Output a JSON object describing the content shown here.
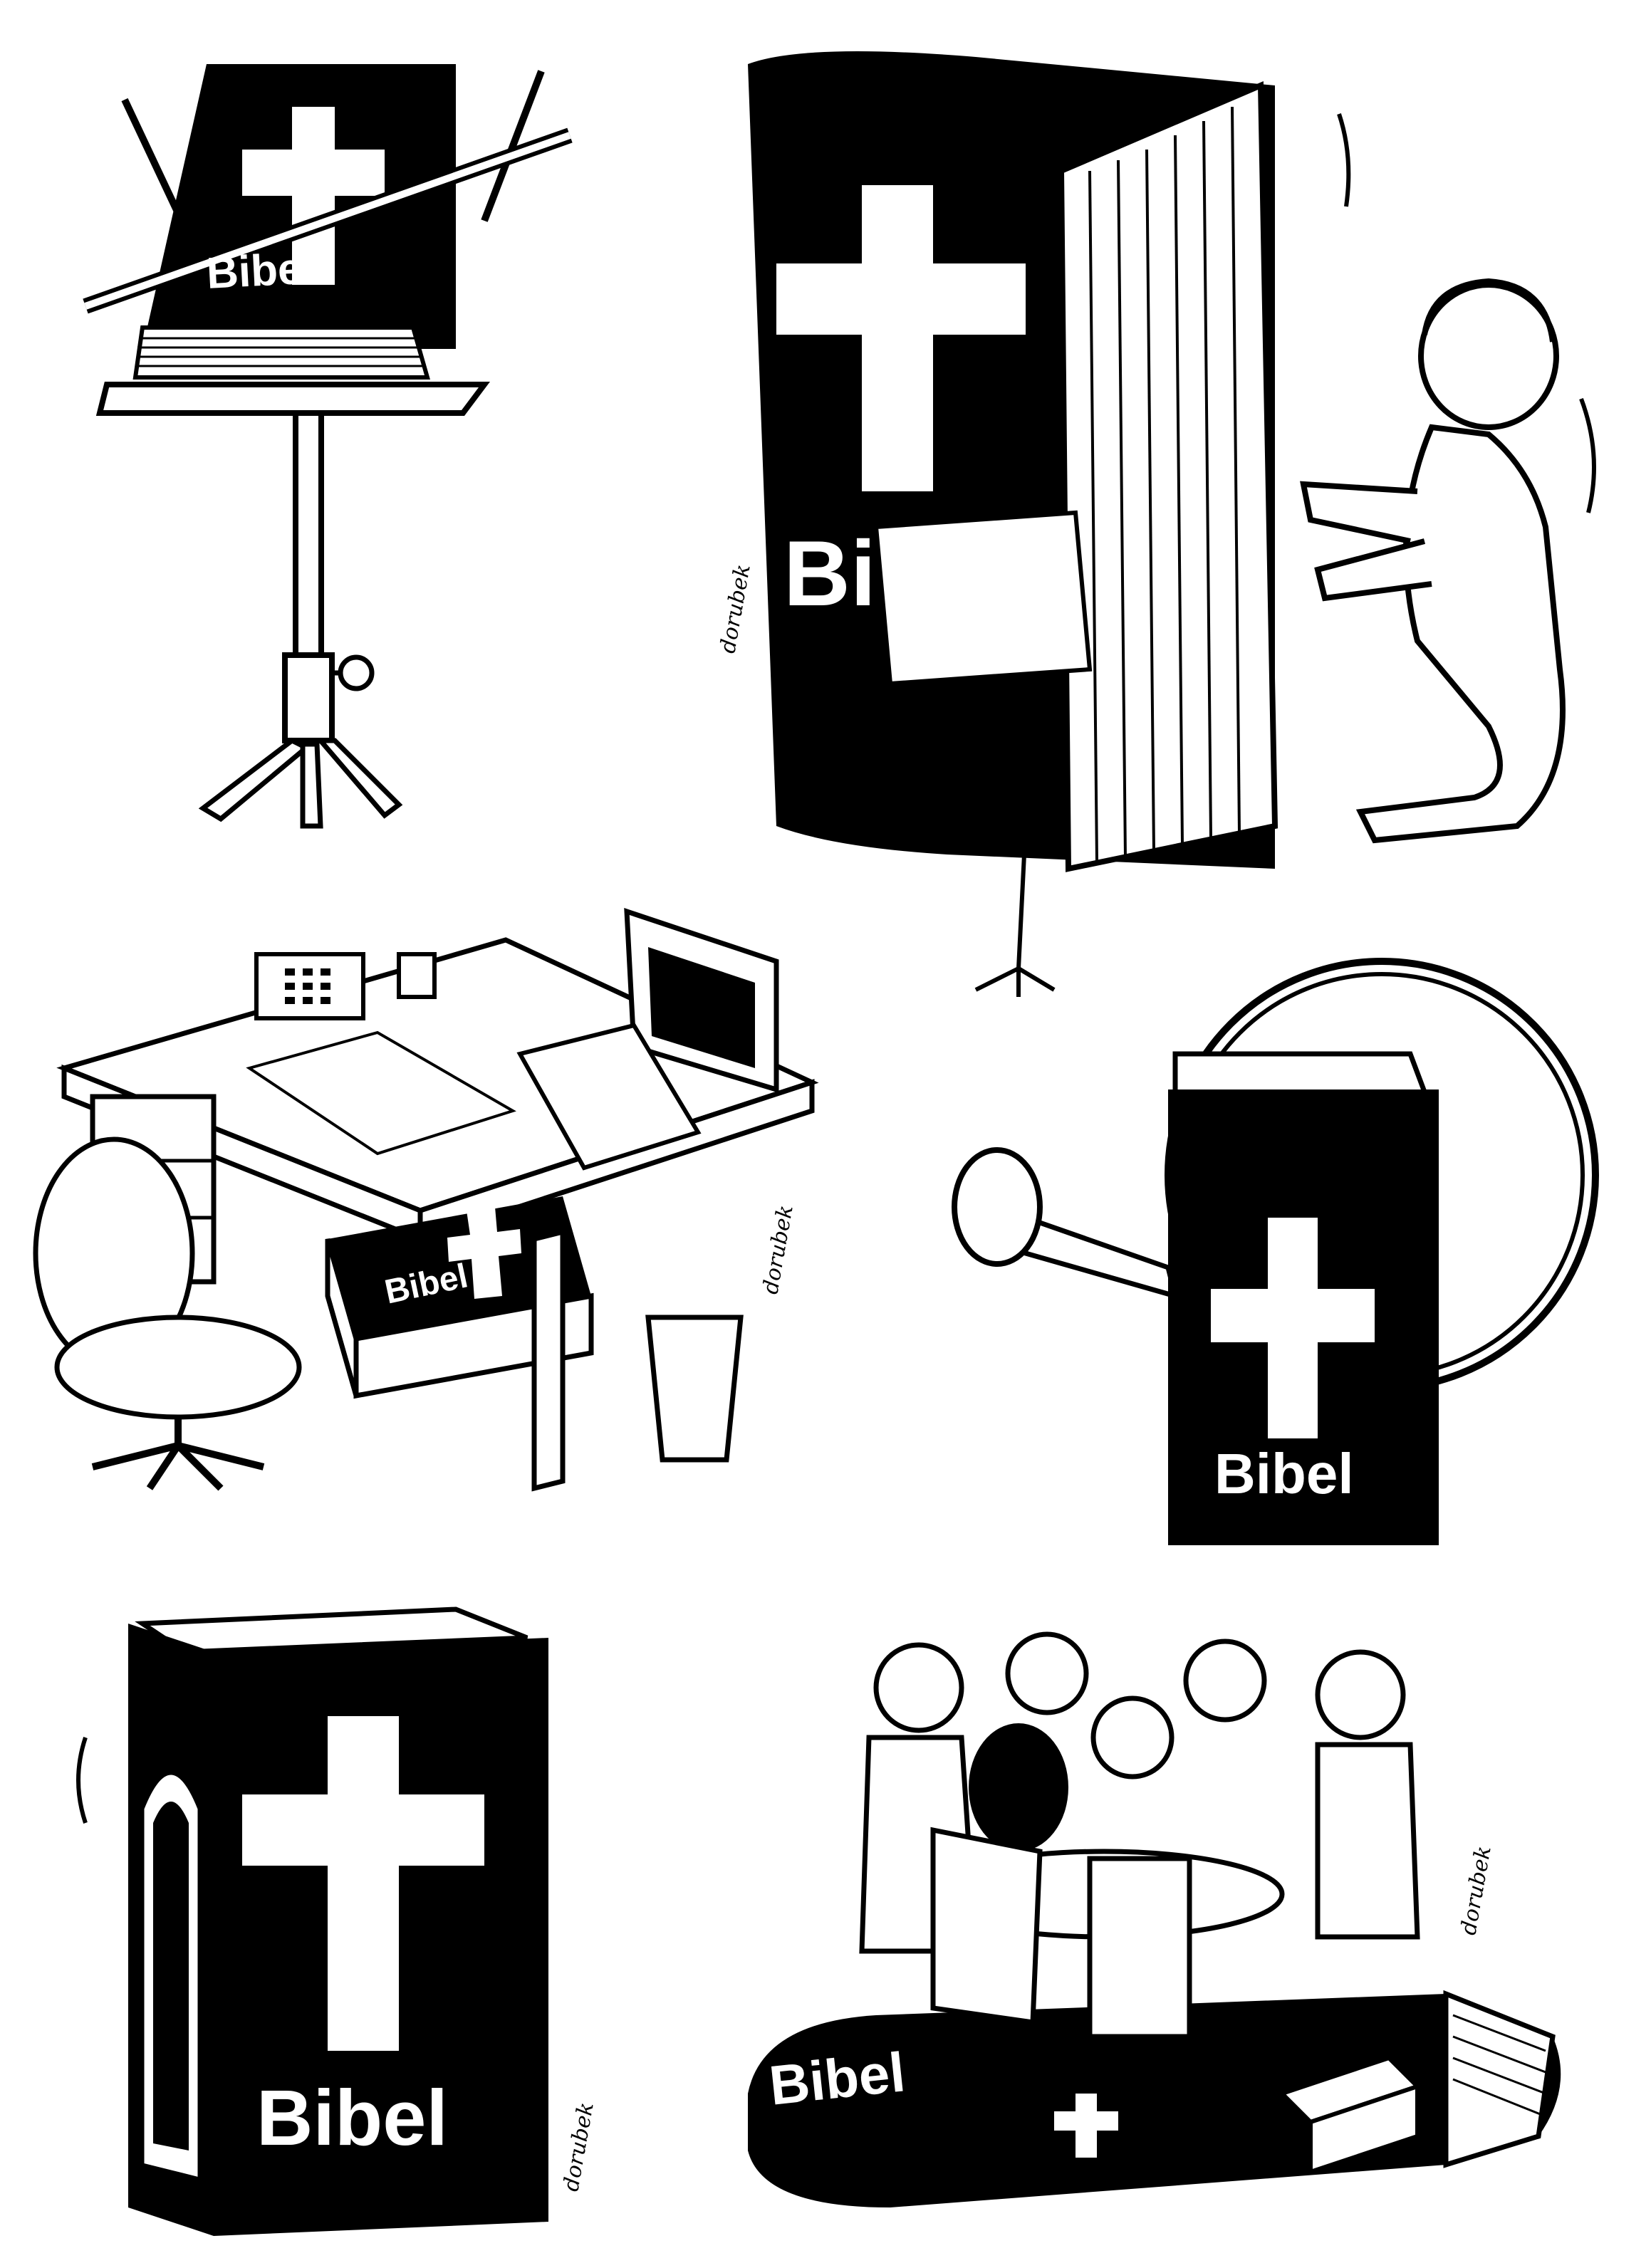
{
  "page": {
    "background": "#ffffff",
    "ink": "#000000"
  },
  "colors": {
    "ink": "#000000",
    "paper": "#ffffff",
    "shade": "#dcdcdc"
  },
  "panels": {
    "music_stand": {
      "book_title": "Bibel",
      "icon": "cross-icon"
    },
    "organ": {
      "book_title": "Bi",
      "icon": "cross-icon",
      "signature": "dorubek"
    },
    "desk": {
      "book_title": "Bibel",
      "icon": "cross-icon",
      "signature": "dorubek"
    },
    "watering_can": {
      "book_title": "Bibel",
      "icon": "cross-icon"
    },
    "church": {
      "book_title": "Bibel",
      "icon": "cross-icon",
      "signature": "dorubek"
    },
    "meeting": {
      "book_title": "Bibel",
      "icon": "cross-icon",
      "signature": "dorubek"
    }
  }
}
